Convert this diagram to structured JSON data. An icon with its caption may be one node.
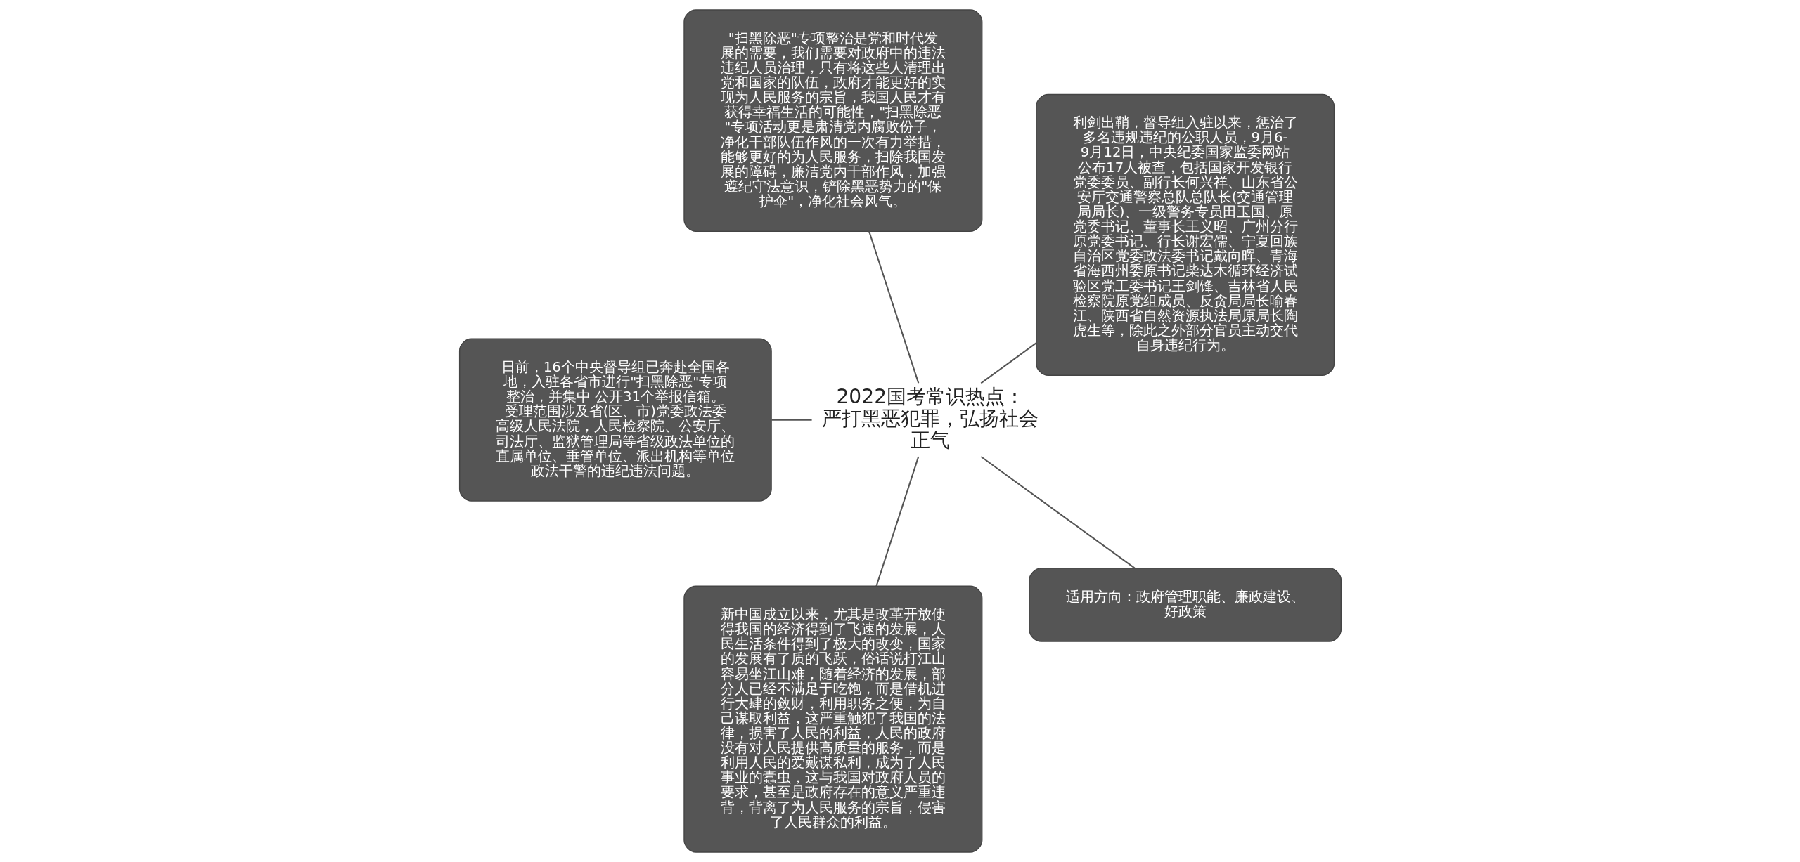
{
  "diagram": {
    "nodes": [
      {
        "text": [
          "2022国考常识热点：严打黑恶犯罪，弘扬社会正气"
        ]
      },
      {
        "text": [
          "利剑出鞘，督导组入驻以来，惩治了多名违规违纪的公职人员，9月6-9月12日，中央纪委国家监委网站公布17人被查，包括国家开发银行党委委员、副行长何兴祥、山东省公安厅交通警察总队总队长(交通管理局局长)、一级警务专员田玉国、原党委书记、董事长王义昭、广州分行原党委书记、行长谢宏儒、宁夏回族自治区党委政法委书记戴向晖、青海省海西州委原书记柴达木循环经济试验区党工委书记王剑锋、吉林省人民检察院原党组成员、反贪局局长喻春江、陕西省自然资源执法局原局长陶虎生等，除此之外部分官员主动交代自身违纪行为。"
        ]
      },
      {
        "text": [
          "\"扫黑除恶\"专项整治是党和时代发展的需要，我们需要对政府中的违法违纪人员治理，只有将这些人清理出党和国家的队伍，政府才能更好的实现为人民服务的宗旨，我国人民才有获得幸福生活的可能性，\"扫黑除恶\"专项活动更是肃清党内腐败份子，净化干部队伍作风的一次有力举措，能够更好的为人民服务，扫除我国发展的障碍，廉洁党内干部作风，加强遵纪守法意识，铲除黑恶势力的\"保护伞\"，净化社会风气。"
        ]
      },
      {
        "text": [
          "日前，16个中央督导组已奔赴全国各地，入驻各省市进行\"扫黑除恶\"专项整治，并集中 公开31个举报信箱。受理范围涉及省(区、市)党委政法委高级人民法院，人民检察院、公安厅、司法厅、监狱管理局等省级政法单位的直属单位、垂管单位、派出机构等单位政法干警的违纪违法问题。"
        ]
      },
      {
        "text": [
          "新中国成立以来，尤其是改革开放使得我国的经济得到了飞速的发展，人民生活条件得到了极大的改变，国家的发展有了质的飞跃，俗话说打江山容易坐江山难，随着经济的发展，部分人已经不满足于吃饱，而是借机进行大肆的敛财，利用职务之便，为自己谋取利益，这严重触犯了我国的法律，损害了人民的利益，人民的政府没有对人民提供高质量的服务，而是利用人民的爱戴谋私利，成为了人民事业的蠹虫，这与我国对政府人员的要求，甚至是政府存在的意义严重违背，背离了为人民服务的宗旨，侵害了人民群众的利益。"
        ]
      },
      {
        "text": [
          "适用方向：政府管理职能、廉政建设、好政策"
        ]
      }
    ],
    "edges": [
      {
        "from": 0,
        "to": 1,
        "arrow": "none"
      },
      {
        "from": 0,
        "to": 2,
        "arrow": "none"
      },
      {
        "from": 0,
        "to": 3,
        "arrow": "none"
      },
      {
        "from": 0,
        "to": 4,
        "arrow": "none"
      },
      {
        "from": 0,
        "to": 5,
        "arrow": "none"
      }
    ]
  }
}
